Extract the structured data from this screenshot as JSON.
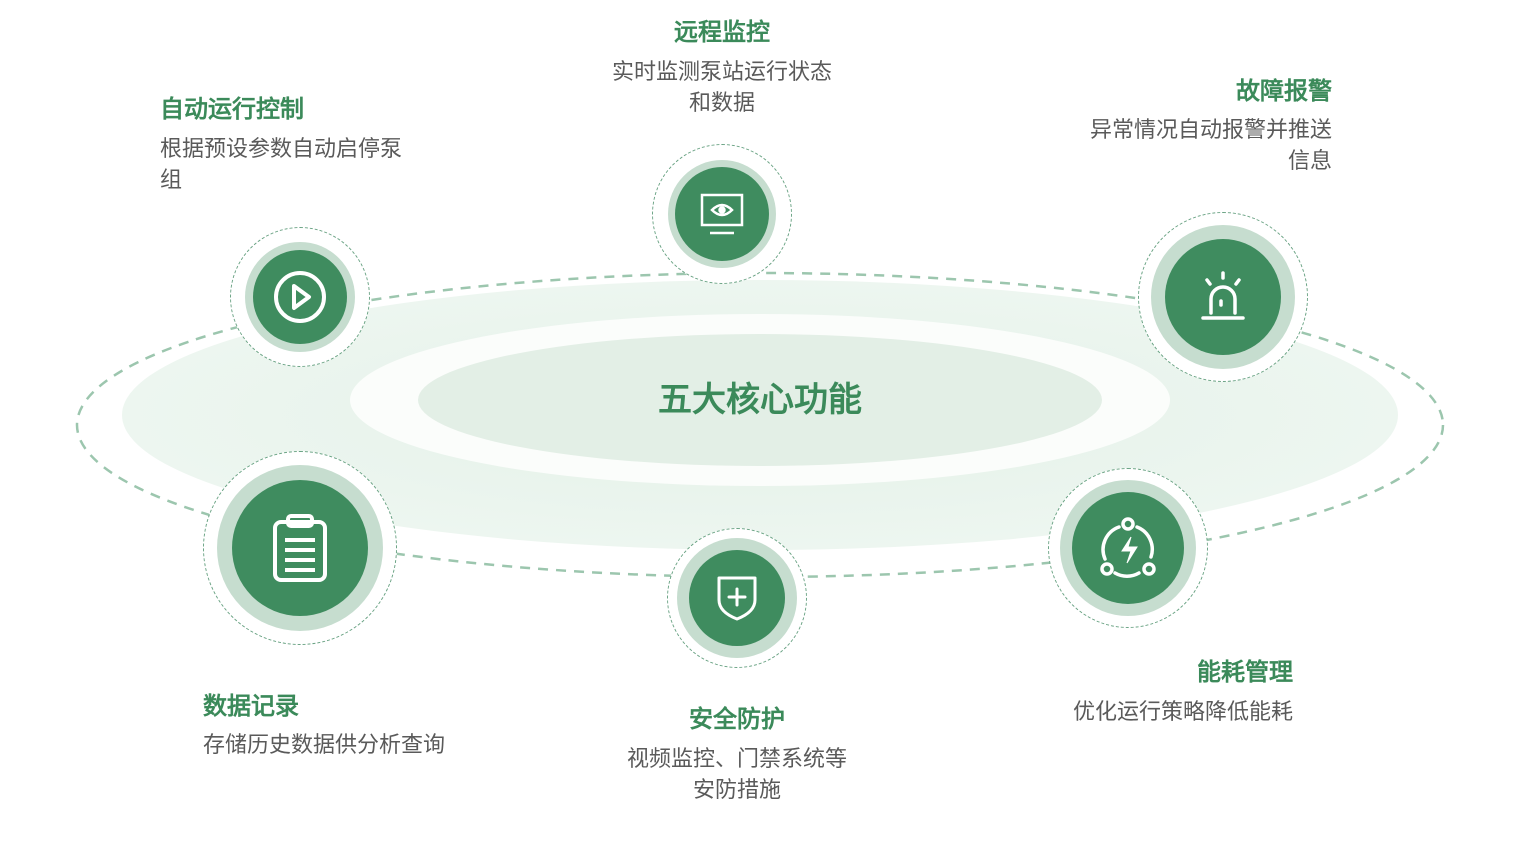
{
  "center_title": "五大核心功能",
  "colors": {
    "primary": "#3f8c5f",
    "ring": "#c6ddcf",
    "title": "#3b8a5a",
    "text": "#5a5a5a"
  },
  "features": [
    {
      "title": "远程监控",
      "desc": [
        "实时监测泵站运行状态",
        "和数据"
      ],
      "icon": "monitor-eye-icon"
    },
    {
      "title": "自动运行控制",
      "desc": [
        "根据预设参数自动启停泵",
        "组"
      ],
      "icon": "play-icon"
    },
    {
      "title": "故障报警",
      "desc": [
        "异常情况自动报警并推送",
        "信息"
      ],
      "icon": "alarm-light-icon"
    },
    {
      "title": "数据记录",
      "desc": [
        "存储历史数据供分析查询"
      ],
      "icon": "clipboard-icon"
    },
    {
      "title": "安全防护",
      "desc": [
        "视频监控、门禁系统等",
        "安防措施"
      ],
      "icon": "shield-plus-icon"
    },
    {
      "title": "能耗管理",
      "desc": [
        "优化运行策略降低能耗"
      ],
      "icon": "energy-cycle-icon"
    }
  ]
}
